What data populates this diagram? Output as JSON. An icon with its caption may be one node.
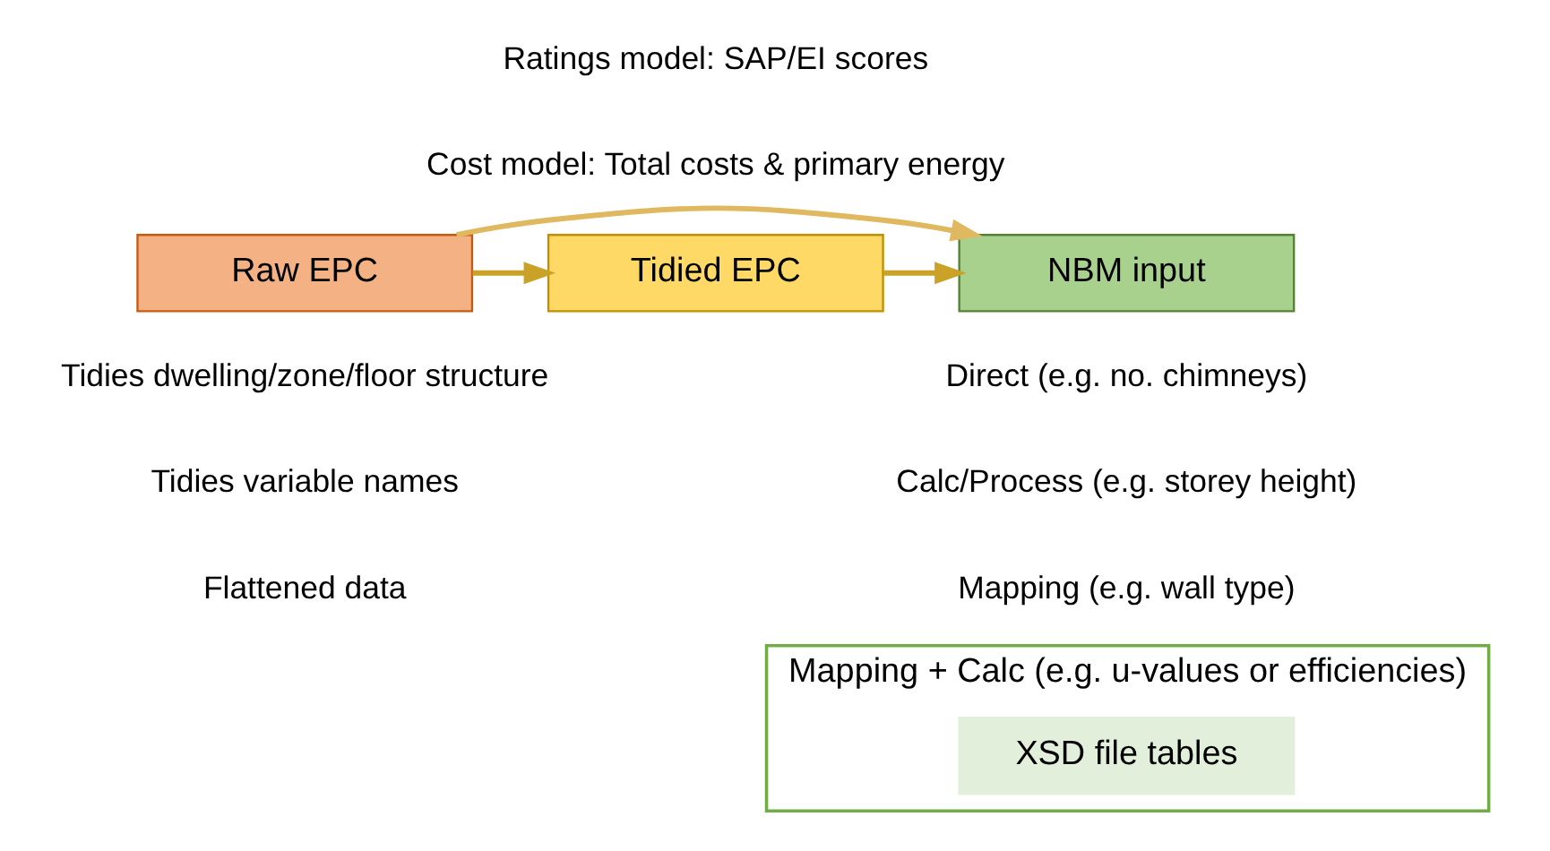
{
  "diagram": {
    "nodes": [
      {
        "text": [
          "Raw EPC"
        ]
      },
      {
        "text": [
          "Tidied EPC"
        ]
      },
      {
        "text": [
          "NBM input"
        ]
      },
      {
        "text": [
          "Mapping + Calc (e.g. u-values or efficiencies)"
        ]
      },
      {
        "text": [
          "XSD file tables"
        ],
        "in": 3
      }
    ],
    "edges": [
      {
        "from": 0,
        "to": 1,
        "arrow": "to"
      },
      {
        "from": 1,
        "to": 2,
        "arrow": "to"
      },
      {
        "from": 0,
        "to": 2,
        "arrow": "to",
        "color": "#e0b860"
      }
    ],
    "labels": [
      "Ratings model: SAP/EI scores",
      "Cost model: Total costs & primary energy",
      "Tidies dwelling/zone/floor structure",
      "Tidies variable names",
      "Flattened data",
      "Direct (e.g. no. chimneys)",
      "Calc/Process (e.g. storey height)",
      "Mapping (e.g. wall type)"
    ]
  }
}
